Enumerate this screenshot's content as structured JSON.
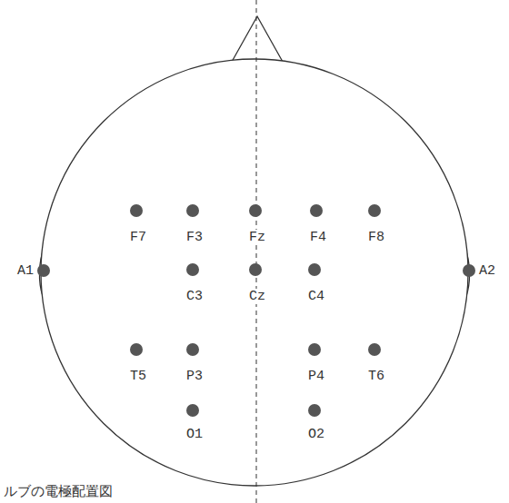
{
  "diagram": {
    "caption": "ルブの電極配置図",
    "labels": [
      "F7",
      "F3",
      "Fz",
      "F4",
      "F8",
      "A1",
      "A2",
      "C3",
      "Cz",
      "C4",
      "T5",
      "P3",
      "P4",
      "T6",
      "O1",
      "O2"
    ]
  }
}
